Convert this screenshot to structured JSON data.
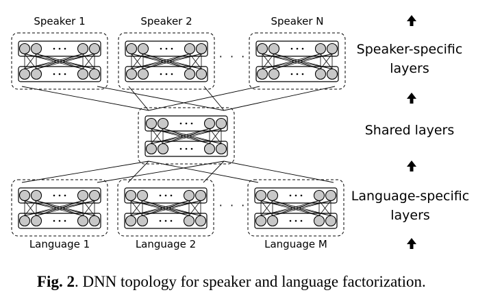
{
  "speakers": [
    "Speaker 1",
    "Speaker 2",
    "Speaker N"
  ],
  "languages": [
    "Language 1",
    "Language 2",
    "Language M"
  ],
  "ellipsis": "· · ·",
  "side_labels": {
    "speaker_specific": [
      "Speaker-specific",
      "layers"
    ],
    "shared": "Shared layers",
    "language_specific": [
      "Language-specific",
      "layers"
    ]
  },
  "caption": {
    "label": "Fig. 2",
    "text": ". DNN topology for speaker and language factorization."
  },
  "icons": [
    "up-arrow-icon"
  ],
  "colors": {
    "node_fill": "#c8c8c8",
    "line": "#000000"
  }
}
